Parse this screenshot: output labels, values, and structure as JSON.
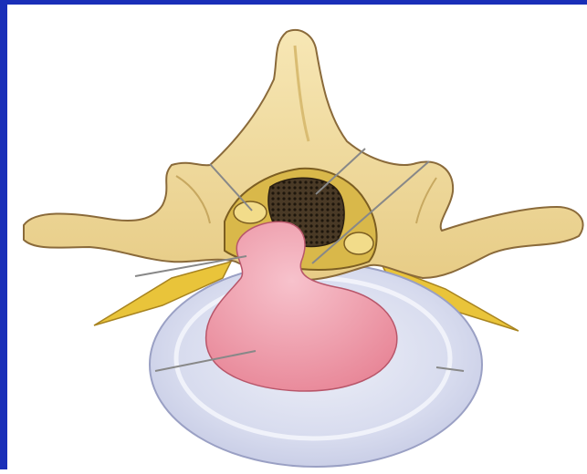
{
  "figure": {
    "subject": "herniated-disc-vertebra-illustration",
    "colors": {
      "frame_border": "#1a2fb8",
      "bone_fill": "#f3dfa3",
      "bone_shadow": "#e0c47a",
      "bone_outline": "#8a6a3a",
      "ligament": "#e9c43a",
      "annulus_fill": "#d9dcec",
      "annulus_ring": "#eef0f8",
      "nucleus_fill": "#f0a0b0",
      "nucleus_highlight": "#f7c2cc",
      "spinal_cord": "#3a2d1e",
      "leader_line": "#888888"
    },
    "icons": [
      "vertebra-bone",
      "spinal-canal",
      "nerve-root",
      "intervertebral-disc",
      "nucleus-pulposus",
      "ligamentum-flavum"
    ]
  }
}
